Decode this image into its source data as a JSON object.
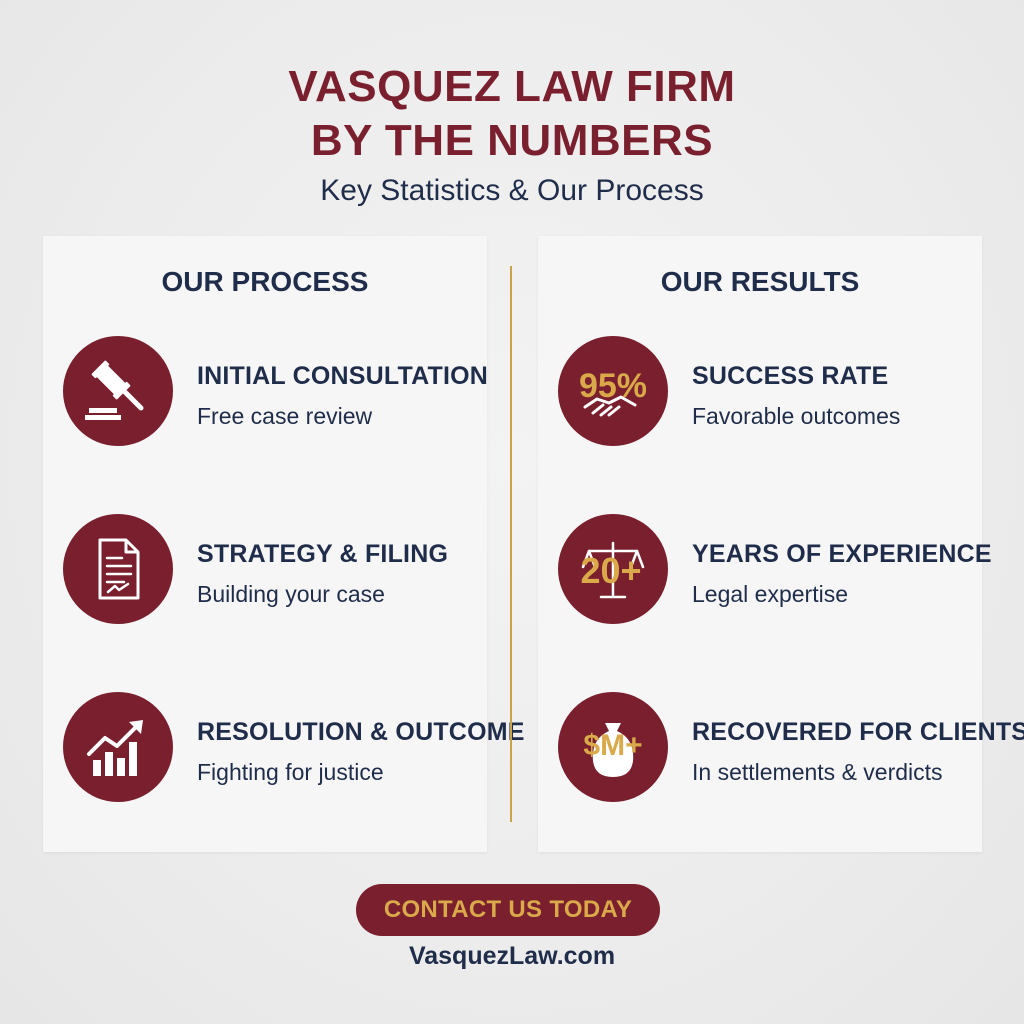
{
  "header": {
    "title_line1": "VASQUEZ LAW FIRM",
    "title_line2": "BY THE NUMBERS",
    "subtitle": "Key Statistics & Our Process"
  },
  "process": {
    "heading": "OUR PROCESS",
    "items": [
      {
        "icon": "gavel-icon",
        "title": "INITIAL CONSULTATION",
        "desc": "Free case review"
      },
      {
        "icon": "document-icon",
        "title": "STRATEGY & FILING",
        "desc": "Building your case"
      },
      {
        "icon": "growth-chart-icon",
        "title": "RESOLUTION & OUTCOME",
        "desc": "Fighting for justice"
      }
    ]
  },
  "results": {
    "heading": "OUR RESULTS",
    "items": [
      {
        "icon": "handshake-icon",
        "badge": "95%",
        "title": "SUCCESS RATE",
        "desc": "Favorable outcomes"
      },
      {
        "icon": "scales-icon",
        "badge": "20+",
        "title": "YEARS OF EXPERIENCE",
        "desc": "Legal expertise"
      },
      {
        "icon": "money-bag-icon",
        "badge": "$M+",
        "title": "RECOVERED FOR CLIENTS",
        "desc": "In settlements & verdicts"
      }
    ]
  },
  "cta": {
    "label": "CONTACT US TODAY"
  },
  "website": "VasquezLaw.com",
  "colors": {
    "brand": "#7a1f2e",
    "gold": "#d9a94a",
    "navy": "#1f2d4a",
    "background": "#ececec"
  }
}
